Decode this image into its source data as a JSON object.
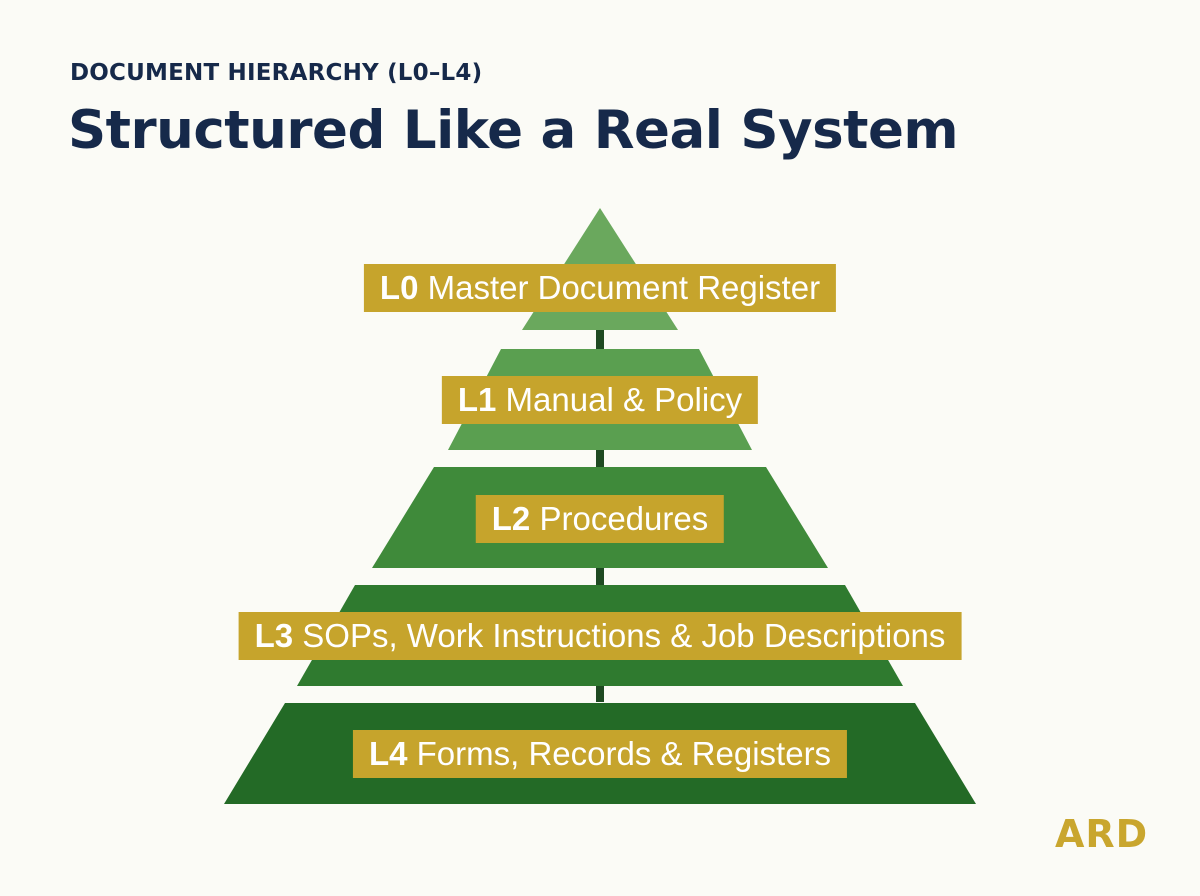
{
  "header": {
    "eyebrow": "DOCUMENT HIERARCHY (L0–L4)",
    "title": "Structured Like a Real System"
  },
  "levels": [
    {
      "code": "L0",
      "label": "Master Document Register"
    },
    {
      "code": "L1",
      "label": "Manual & Policy"
    },
    {
      "code": "L2",
      "label": "Procedures"
    },
    {
      "code": "L3",
      "label": "SOPs, Work Instructions & Job Descriptions"
    },
    {
      "code": "L4",
      "label": "Forms, Records & Registers"
    }
  ],
  "colors": {
    "tier_greens": [
      "#6aa85d",
      "#5a9f50",
      "#3f8a3a",
      "#2f7a2f",
      "#236a26"
    ],
    "connector": "#1f4a22",
    "label_background": "#c6a42c",
    "label_text": "#ffffff",
    "heading": "#16294a",
    "logo": "#c9a62e"
  },
  "logo": {
    "text": "ARD",
    "logo_text": "ARD"
  }
}
